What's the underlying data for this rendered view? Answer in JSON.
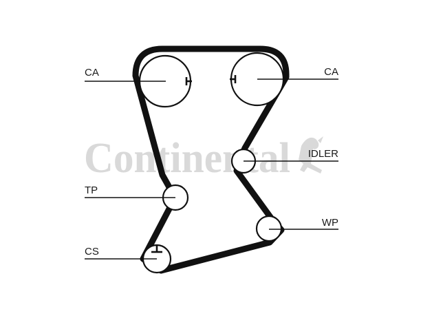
{
  "watermark": {
    "text": "Continental",
    "logo": "continental-horse-logo"
  },
  "labels": {
    "ca_left": "CA",
    "ca_right": "CA",
    "idler": "IDLER",
    "tp": "TP",
    "wp": "WP",
    "cs": "CS"
  },
  "colors": {
    "belt": "#111111",
    "watermark": "#d9d9d9",
    "background": "#ffffff"
  }
}
